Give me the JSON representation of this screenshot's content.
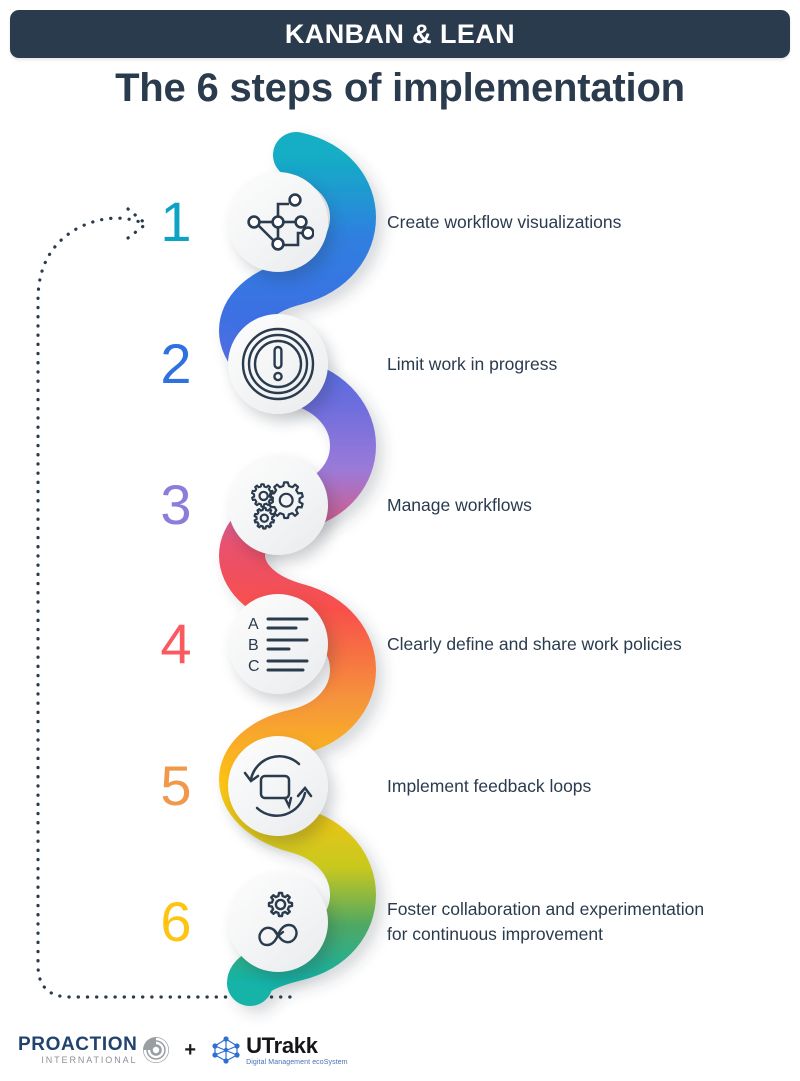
{
  "header": {
    "kicker": "KANBAN & LEAN",
    "title": "The 6 steps of implementation",
    "bar_color": "#2b3b4e",
    "title_color": "#2b3b4e"
  },
  "steps": [
    {
      "number": "1",
      "text": "Create workflow visualizations",
      "number_color": "#0ca3c4",
      "icon": "workflow-nodes-icon"
    },
    {
      "number": "2",
      "text": "Limit work in progress",
      "number_color": "#3071e0",
      "icon": "exclamation-circle-icon"
    },
    {
      "number": "3",
      "text": "Manage workflows",
      "number_color": "#8b7edb",
      "icon": "gears-icon"
    },
    {
      "number": "4",
      "text": "Clearly define and share work policies",
      "number_color": "#f9595f",
      "icon": "abc-list-icon"
    },
    {
      "number": "5",
      "text": "Implement feedback loops",
      "number_color": "#f0984c",
      "icon": "feedback-loop-icon"
    },
    {
      "number": "6",
      "text": "Foster collaboration and experimentation for continuous improvement",
      "number_color": "#fdc412",
      "icon": "infinity-gear-icon"
    }
  ],
  "ribbon": {
    "description": "serpentine-gradient-ribbon",
    "gradient_stops": [
      "#13aec4",
      "#2f7fe0",
      "#4b63e0",
      "#9b7ad8",
      "#e8516f",
      "#f8504a",
      "#f5953b",
      "#fdc412",
      "#c9c81e",
      "#4fa863",
      "#12b3a8"
    ]
  },
  "loop_arrow": {
    "name": "dotted-feedback-loop-arrow",
    "color": "#2b3b4e",
    "style": "dotted"
  },
  "footer": {
    "proaction_main": "PROACTION",
    "proaction_sub": "INTERNATIONAL",
    "plus": "+",
    "utrakk_main": "UTrakk",
    "utrakk_sub": "Digital Management ecoSystem"
  }
}
